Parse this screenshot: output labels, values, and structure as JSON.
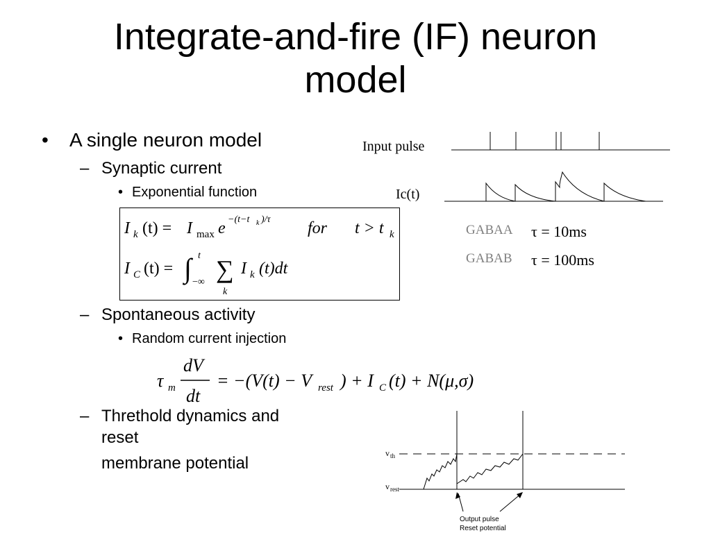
{
  "slide": {
    "title_line1": "Integrate-and-fire (IF) neuron",
    "title_line2": "model"
  },
  "outline": {
    "level1": {
      "bullet": "•",
      "text": "A single neuron model"
    },
    "synaptic": {
      "dash": "–",
      "text": "Synaptic current"
    },
    "exponential": {
      "bullet": "•",
      "text": "Exponential function"
    },
    "spontaneous": {
      "dash": "–",
      "text": "Spontaneous activity"
    },
    "random": {
      "bullet": "•",
      "text": "Random current injection"
    },
    "threshold": {
      "dash": "–",
      "text_line1": "Threthold dynamics and",
      "text_line2": "reset"
    },
    "membrane": {
      "text": "membrane potential"
    }
  },
  "formulas": {
    "ik": {
      "lhs": "I",
      "sub_k": "k",
      "args": "(t) = ",
      "imax": "I",
      "sub_max": "max",
      "e": "e",
      "exp": "−(t−t",
      "exp_sub": "k",
      "exp_end": ")/τ",
      "for": "for",
      "cond": "t > t",
      "cond_sub": "k"
    },
    "ic": {
      "lhs": "I",
      "sub_c": "C",
      "args": "(t) = ",
      "int": "∫",
      "upper": "t",
      "lower": "−∞",
      "sum": "∑",
      "sum_sub": "k",
      "term": "I",
      "term_sub": "k",
      "term_end": "(t)dt"
    },
    "membrane": {
      "tau": "τ",
      "tau_sub": "m",
      "num": "dV",
      "den": "dt",
      "rhs1": "= −(V(t) − V",
      "rest": "rest",
      "rhs2": ") + I",
      "sub_c": "C",
      "rhs3": "(t) + N(μ,σ)"
    }
  },
  "input_diagram": {
    "input_label": "Input pulse",
    "ic_label": "Ic(t)"
  },
  "gaba": [
    {
      "name": "GABAA",
      "tau_expr": "τ = 10ms"
    },
    {
      "name": "GABAB",
      "tau_expr": "τ = 100ms"
    }
  ],
  "potential_diagram": {
    "vth": "v",
    "vth_sub": "th",
    "vrest": "v",
    "vrest_sub": "rest",
    "caption_line1": "Output pulse",
    "caption_line2": "Reset potential"
  },
  "colors": {
    "gaba_label": "#808080",
    "ink": "#000000"
  }
}
